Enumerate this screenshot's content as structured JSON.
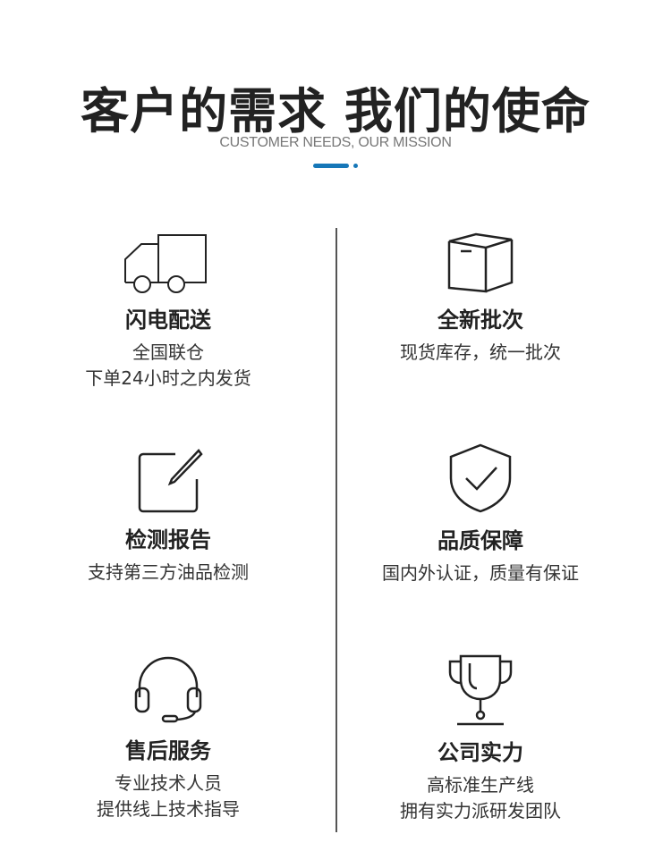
{
  "header": {
    "title": "客户的需求 我们的使命",
    "subtitle": "CUSTOMER NEEDS, OUR MISSION",
    "accent": "#1677b8"
  },
  "features": [
    {
      "icon": "truck-icon",
      "title": "闪电配送",
      "lines": [
        "全国联仓",
        "下单24小时之内发货"
      ]
    },
    {
      "icon": "box-icon",
      "title": "全新批次",
      "lines": [
        "现货库存，统一批次"
      ]
    },
    {
      "icon": "edit-icon",
      "title": "检测报告",
      "lines": [
        "支持第三方油品检测"
      ]
    },
    {
      "icon": "shield-check-icon",
      "title": "品质保障",
      "lines": [
        "国内外认证，质量有保证"
      ]
    },
    {
      "icon": "headset-icon",
      "title": "售后服务",
      "lines": [
        "专业技术人员",
        "提供线上技术指导"
      ]
    },
    {
      "icon": "trophy-icon",
      "title": "公司实力",
      "lines": [
        "高标准生产线",
        "拥有实力派研发团队"
      ]
    }
  ]
}
